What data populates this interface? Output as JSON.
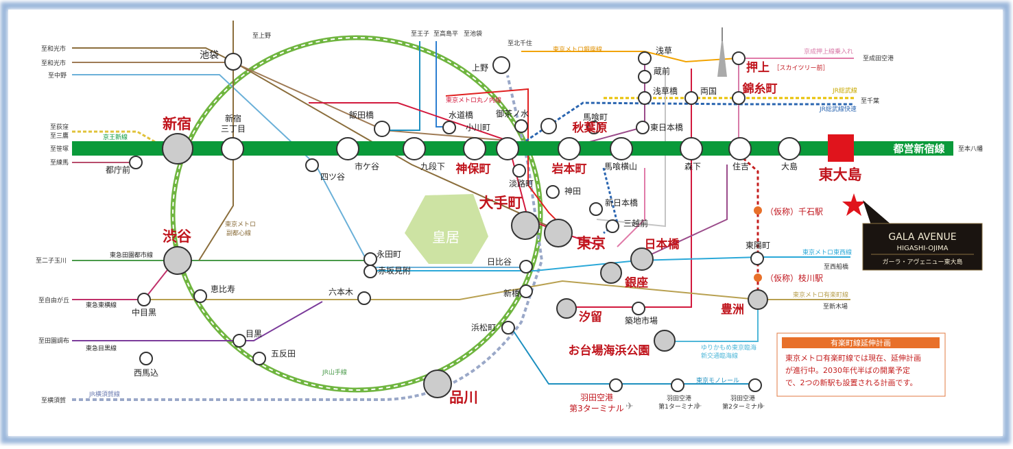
{
  "map": {
    "main_line_label": "都営新宿線",
    "palace": "皇居",
    "target_station": "東大島",
    "brand": {
      "name": "GALA AVENUE",
      "sub": "HIGASHI-OJIMA",
      "jp": "ガーラ・アヴェニュー東大島"
    },
    "plan": {
      "title": "有楽町線延伸計画",
      "line1": "東京メトロ有楽町線では現在、延伸計画",
      "line2": "が進行中。2030年代半ばの開業予定",
      "line3": "で、2つの新駅も設置される計画です。"
    },
    "stations": {
      "ikebukuro": "池袋",
      "shinjuku": "新宿",
      "shinjuku3": "新宿",
      "shinjuku3b": "三丁目",
      "tochomae": "都庁前",
      "yotsuya": "四ツ谷",
      "iidabashi": "飯田橋",
      "ichigaya": "市ケ谷",
      "kudanshita": "九段下",
      "jimbocho": "神保町",
      "suidobashi": "水道橋",
      "ochanomizu": "御茶ノ水",
      "ogawamachi": "小川町",
      "awajicho": "淡路町",
      "akihabara": "秋葉原",
      "iwamotocho": "岩本町",
      "kanda": "神田",
      "bakuro": "馬喰町",
      "bakuroyokoyama": "馬喰横山",
      "higashinihonbashi": "東日本橋",
      "morishita": "森下",
      "sumiyoshi": "住吉",
      "ojima": "大島",
      "ueno": "上野",
      "asakusa": "浅草",
      "kuramae": "蔵前",
      "asakusabashi": "浅草橋",
      "ryogoku": "両国",
      "oshiage": "押上",
      "oshiage_sub": "［スカイツリー前］",
      "kinshicho": "錦糸町",
      "otemachi": "大手町",
      "tokyo": "東京",
      "shinnihonbashi": "新日本橋",
      "mitsukoshimae": "三越前",
      "nihonbashi": "日本橋",
      "ginza": "銀座",
      "hibiya": "日比谷",
      "shinbashi": "新橋",
      "shiodome": "汐留",
      "tsukiji": "築地市場",
      "toyosu": "豊洲",
      "odaiba": "お台場海浜公園",
      "hamamatsucho": "浜松町",
      "shinagawa": "品川",
      "shibuya": "渋谷",
      "ebisu": "恵比寿",
      "meguro": "目黒",
      "gotanda": "五反田",
      "nakameguro": "中目黒",
      "nishimagome": "西馬込",
      "nagatacho": "永田町",
      "akasakamitsuke": "赤坂見附",
      "roppongi": "六本木",
      "toyocho": "東陽町",
      "sengoku": "（仮称）千石駅",
      "edagawa": "（仮称）枝川駅",
      "haneda3": "羽田空港",
      "haneda3b": "第3ターミナル",
      "haneda1": "羽田空港",
      "haneda1b": "第1ターミナル",
      "haneda2": "羽田空港",
      "haneda2b": "第2ターミナル"
    },
    "line_labels": {
      "keio": "京王新線",
      "yamanote": "JR山手線",
      "fukutoshin": "東京メトロ",
      "fukutoshin2": "副都心線",
      "denentoshi": "東急田園都市線",
      "toyoko": "東急東横線",
      "meguro_line": "東急目黒線",
      "yokosuka": "JR横須賀線",
      "ginza_line": "東京メトロ銀座線",
      "marunouchi": "東京メトロ丸ノ内線",
      "keisei": "京成押上線乗入れ",
      "sobu": "JR総武線",
      "sobu_rapid": "JR総武線快速",
      "tozai": "東京メトロ東西線",
      "yurakucho": "東京メトロ有楽町線",
      "yurikamome": "ゆりかもめ東京臨海",
      "yurikamome2": "新交通臨海線",
      "monorail": "東京モノレール"
    },
    "destinations": {
      "to_ueno": "至上野",
      "to_wako1": "至和光市",
      "to_wako2": "至和光市",
      "to_nakano": "至中野",
      "to_ogikubo": "至荻窪",
      "to_mitaka": "至三鷹",
      "to_sasazuka": "至笹塚",
      "to_nerima": "至練馬",
      "to_oji": "至王子",
      "to_takashimadaira": "至高島平",
      "to_ikebukuro": "至池袋",
      "to_kitasenju": "至北千住",
      "to_narita": "至成田空港",
      "to_chiba": "至千葉",
      "to_motoyawata": "至本八幡",
      "to_futako": "至二子玉川",
      "to_jiyugaoka": "至自由が丘",
      "to_denenchofu": "至田園調布",
      "to_yokosuka": "至横須賀",
      "to_nishifunabashi": "至西船橋",
      "to_shinkiba": "至新木場"
    }
  }
}
